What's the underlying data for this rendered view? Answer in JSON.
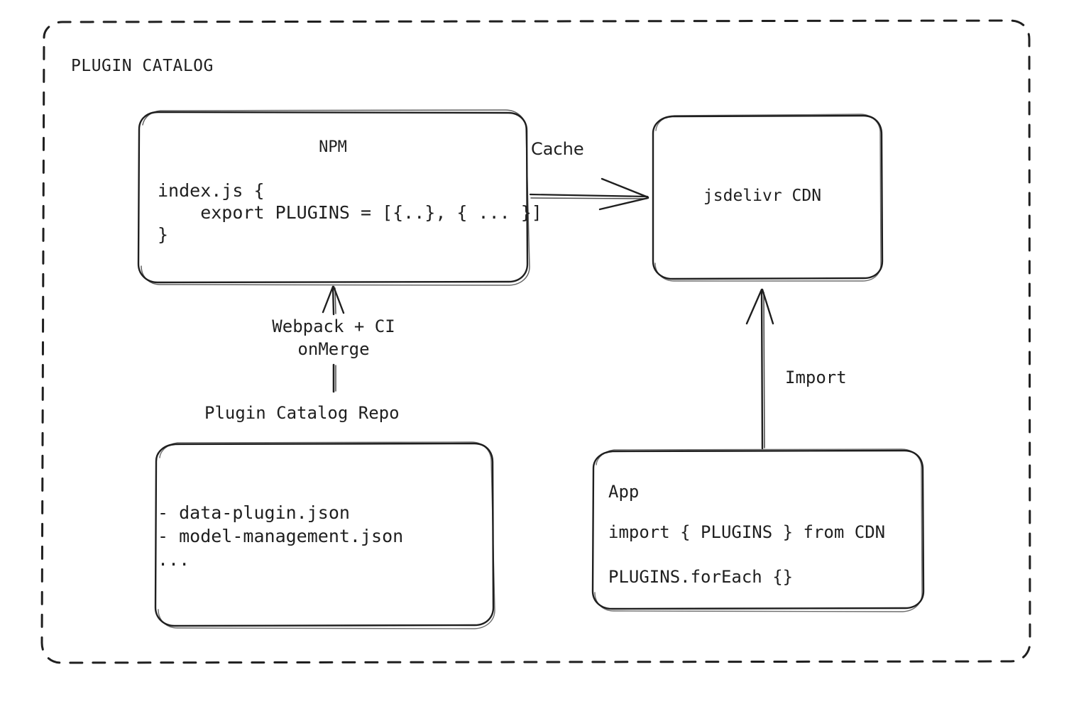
{
  "diagram": {
    "group": {
      "title": "PLUGIN CATALOG"
    },
    "nodes": {
      "npm": {
        "title": "NPM",
        "code_lines": [
          "index.js {",
          "    export PLUGINS = [{..}, { ... }]",
          "}"
        ]
      },
      "cdn": {
        "title": "jsdelivr CDN"
      },
      "repo": {
        "caption": "Plugin Catalog Repo",
        "file_lines": [
          "- data-plugin.json",
          "- model-management.json",
          "..."
        ]
      },
      "app": {
        "title": "App",
        "code_lines": [
          "import { PLUGINS } from CDN",
          "PLUGINS.forEach {}"
        ]
      }
    },
    "edges": {
      "cache": {
        "label": "Cache",
        "from": "npm",
        "to": "cdn"
      },
      "build": {
        "label_line1": "Webpack + CI",
        "label_line2": "onMerge",
        "from": "repo",
        "to": "npm"
      },
      "import": {
        "label": "Import",
        "from": "app",
        "to": "cdn"
      }
    },
    "colors": {
      "stroke": "#1f1f1f",
      "background": "#ffffff",
      "text": "#1f1f1f"
    }
  }
}
